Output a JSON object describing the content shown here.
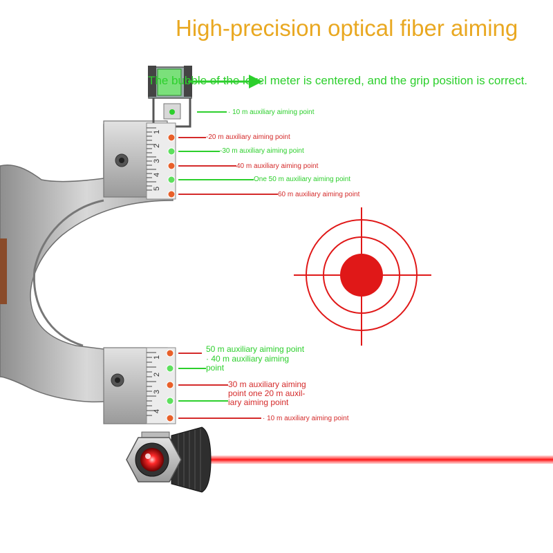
{
  "title": "High-precision optical fiber aiming",
  "level_caption": "The bubble of the level meter is centered, and the grip position is correct.",
  "upper_points": [
    {
      "label": "· 10 m auxiliary aiming point",
      "color": "green"
    },
    {
      "label": "-20 m auxiliary aiming point",
      "color": "red"
    },
    {
      "label": "-30 m auxiliary aiming point",
      "color": "green"
    },
    {
      "label": "40 m auxiliary aiming point",
      "color": "red"
    },
    {
      "label": "One 50 m auxiliary aiming point",
      "color": "green"
    },
    {
      "label": "60 m auxiliary aiming point",
      "color": "red"
    }
  ],
  "lower_points": [
    {
      "label": "50 m auxiliary aiming point",
      "color": "green"
    },
    {
      "label": "· 40 m auxiliary aiming point",
      "color": "green"
    },
    {
      "label": "30 m auxiliary aiming point one 20 m auxil-iary aiming point",
      "color": "red"
    },
    {
      "label": "· 10 m auxiliary aiming point",
      "color": "red"
    }
  ],
  "upper_scale_numbers": [
    "1",
    "2",
    "3",
    "4",
    "5"
  ],
  "lower_scale_numbers": [
    "1",
    "2",
    "3",
    "4"
  ],
  "colors": {
    "title": "#e9a821",
    "green_point": "#2ccf2c",
    "red_point": "#d42a2a",
    "target": "#e01818",
    "laser": "#ff2020",
    "metal": "#c9c9c9"
  }
}
